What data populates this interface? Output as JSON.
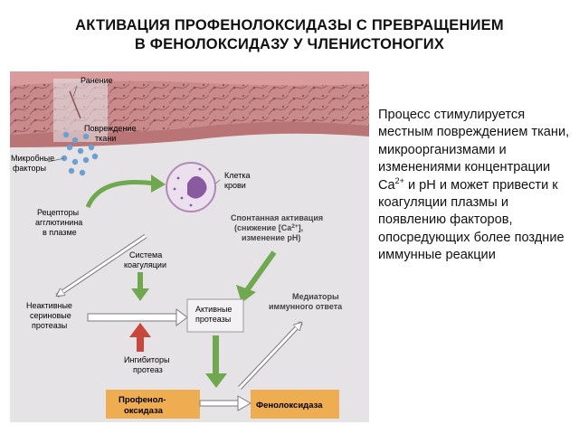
{
  "title": {
    "line1": "АКТИВАЦИЯ ПРОФЕНОЛОКСИДАЗЫ С ПРЕВРАЩЕНИЕМ",
    "line2": "В ФЕНОЛОКСИДАЗУ У ЧЛЕНИСТОНОГИХ"
  },
  "diagram": {
    "wound": "Ранение",
    "tissue_damage_1": "Повреждение",
    "tissue_damage_2": "ткани",
    "microbial_1": "Микробные",
    "microbial_2": "факторы",
    "blood_cell_1": "Клетка",
    "blood_cell_2": "крови",
    "receptors_1": "Рецепторы",
    "receptors_2": "агглютинина",
    "receptors_3": "в плазме",
    "spontaneous_1": "Спонтанная активация",
    "spontaneous_2": "(снижение [Ca",
    "spontaneous_2_sup": "2+",
    "spontaneous_2_end": "],",
    "spontaneous_3": "изменение pH)",
    "coag_1": "Система",
    "coag_2": "коагуляции",
    "inactive_1": "Неактивные",
    "inactive_2": "сериновые",
    "inactive_3": "протеазы",
    "active_1": "Активные",
    "active_2": "протеазы",
    "mediators_1": "Медиаторы",
    "mediators_2": "иммунного ответа",
    "inhibitors_1": "Ингибиторы",
    "inhibitors_2": "протеаз",
    "prophenol_1": "Профенол-",
    "prophenol_2": "оксидаза",
    "phenoloxidase": "Фенолоксидаза"
  },
  "caption": {
    "part1": "Процесс стимулируется местным повреждением ткани, микроорганизмами и изменениями концентрации Ca",
    "sup": "2+",
    "part2": " и pH и может привести к коагуляции плазмы и появлению факторов, опосредующих более поздние иммунные реакции"
  },
  "colors": {
    "figure_bg": "#e6e3e6",
    "tissue": "#c98a8c",
    "green_arrow": "#6fa84f",
    "red_arrow": "#c9463a",
    "orange_box": "#efad52",
    "microbe_dots": "#6e9fd0"
  }
}
